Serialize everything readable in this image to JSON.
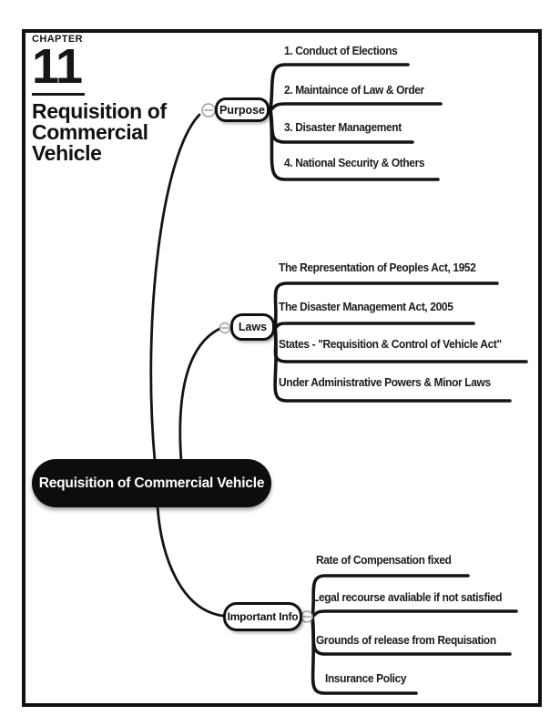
{
  "chapter": {
    "label": "CHAPTER",
    "number": "11",
    "title": "Requisition of Commercial Vehicle"
  },
  "central_topic": "Requisition of Commercial Vehicle",
  "branches": [
    {
      "label": "Purpose",
      "collapse_icon": "minus",
      "children": [
        "1. Conduct of Elections",
        "2. Maintaince of Law & Order",
        "3. Disaster Management",
        "4. National Security & Others"
      ]
    },
    {
      "label": "Laws",
      "collapse_icon": "minus",
      "children": [
        "The Representation of Peoples Act, 1952",
        "The Disaster Management Act, 2005",
        "States - \"Requisition & Control of Vehicle Act\"",
        "Under Administrative Powers & Minor Laws"
      ]
    },
    {
      "label": "Important Info",
      "collapse_icon": "minus",
      "children": [
        "Rate of Compensation fixed",
        "Legal recourse avaliable if not satisfied",
        "Grounds of release from Requisation",
        "Insurance Policy"
      ]
    }
  ],
  "colors": {
    "ink": "#141414",
    "frame": "#111111",
    "central_fill": "#0d0d0d",
    "central_text": "#ffffff",
    "node_fill": "#ffffff",
    "collapse_stroke": "#9e9e9e"
  }
}
